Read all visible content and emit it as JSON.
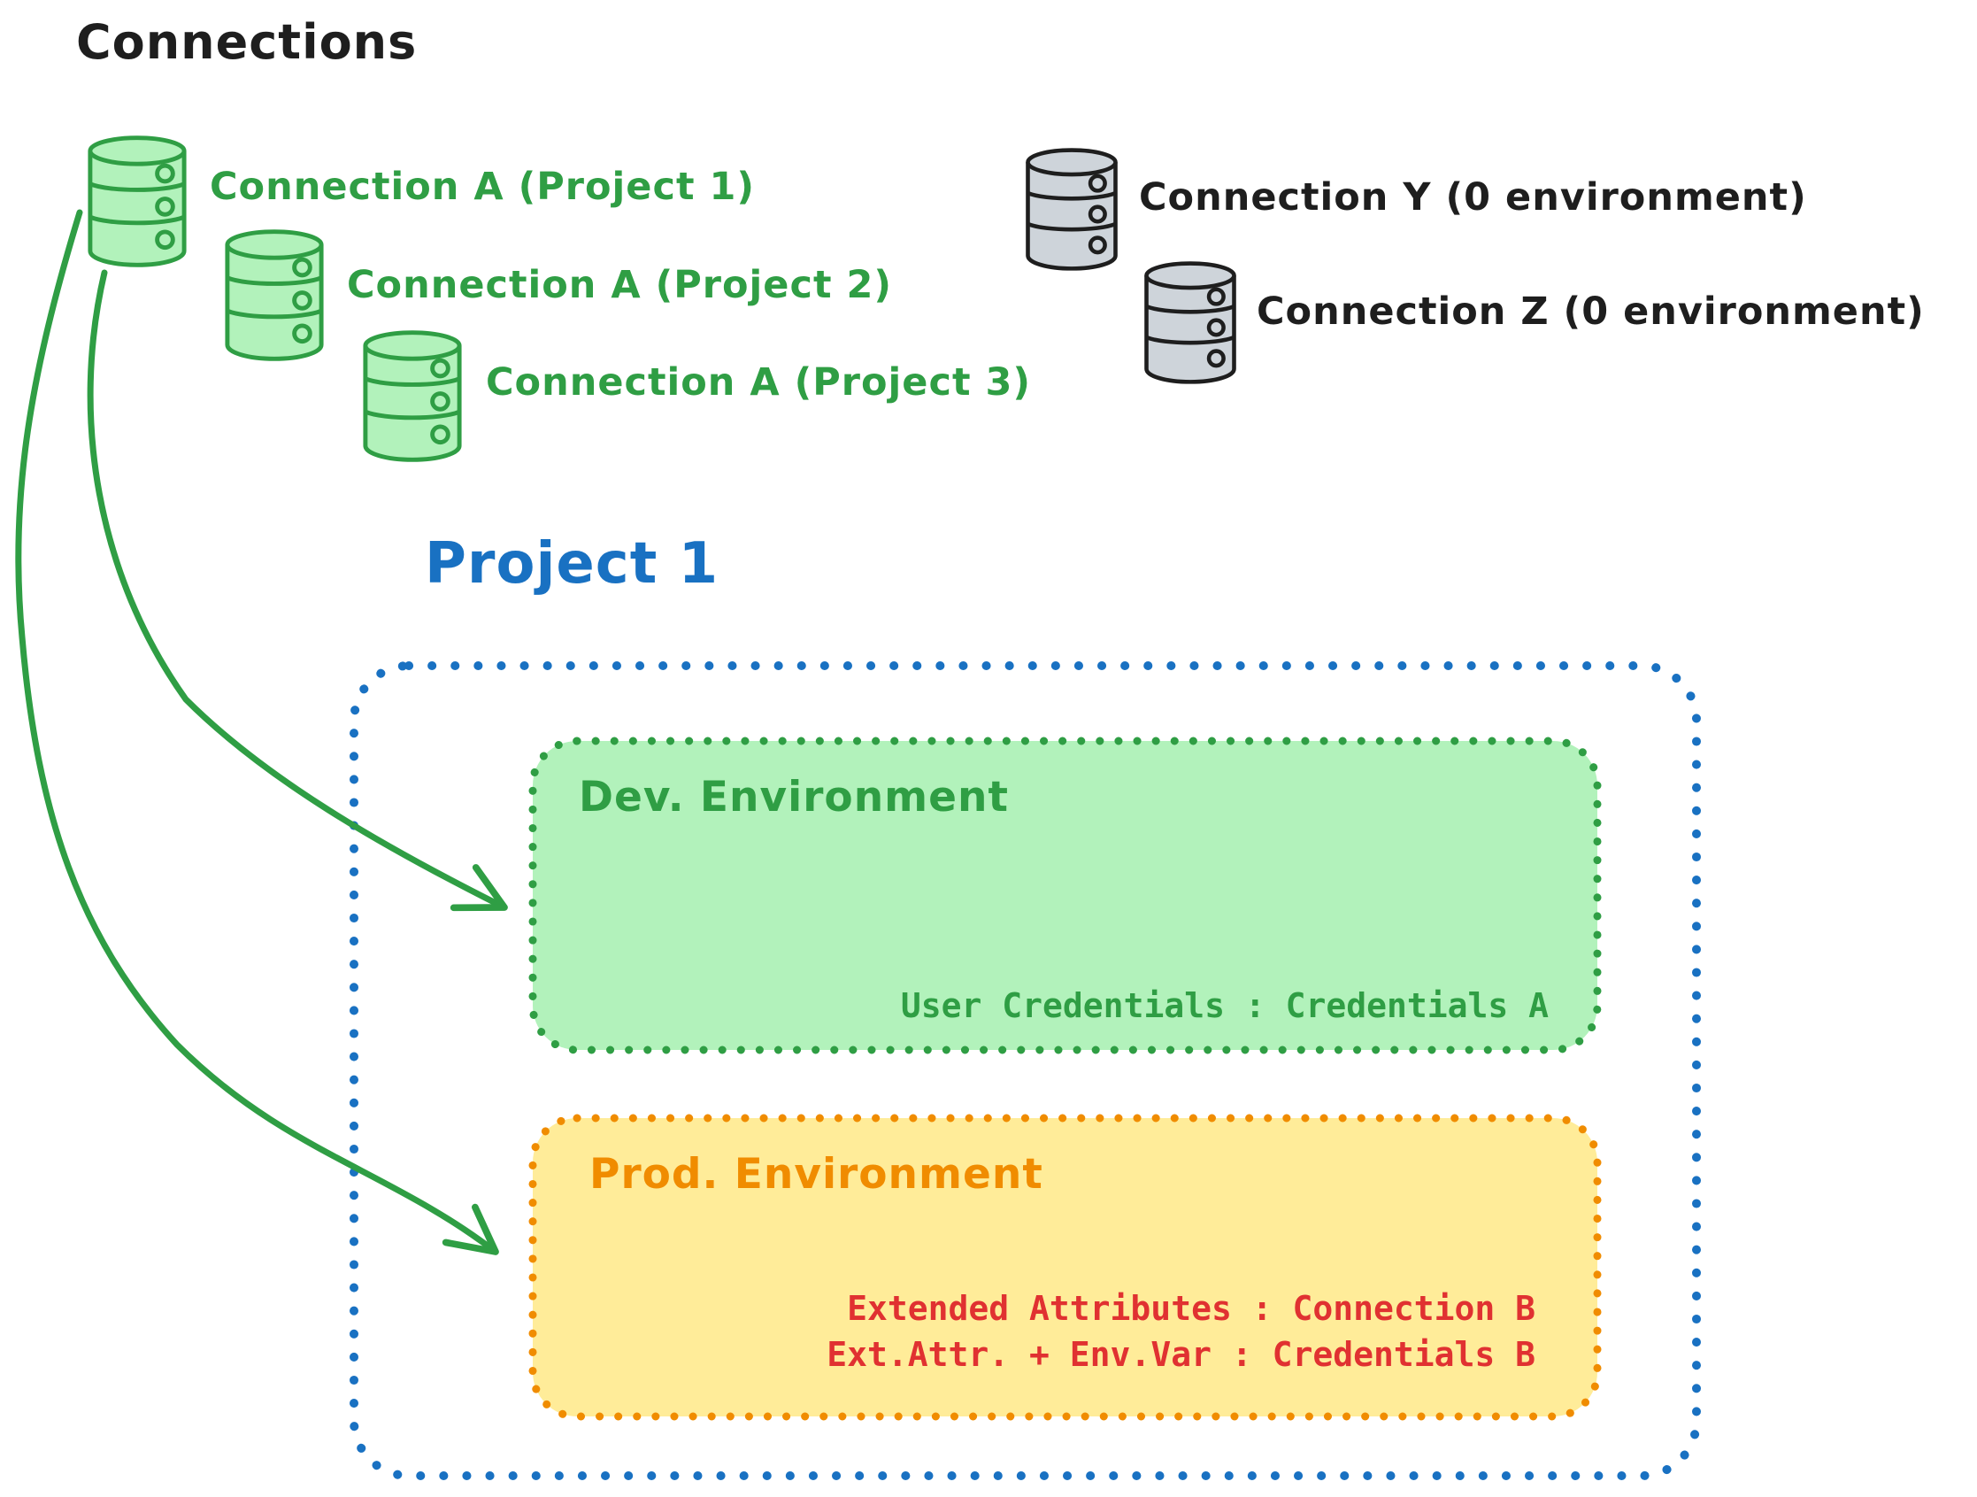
{
  "title": "Connections",
  "connections": {
    "green": [
      {
        "label": "Connection A (Project 1)"
      },
      {
        "label": "Connection A (Project 2)"
      },
      {
        "label": "Connection A (Project 3)"
      }
    ],
    "gray": [
      {
        "label": "Connection Y (0 environment)"
      },
      {
        "label": "Connection Z (0 environment)"
      }
    ]
  },
  "project": {
    "title": "Project 1",
    "environments": [
      {
        "name": "Dev. Environment",
        "details": [
          "User Credentials : Credentials A"
        ]
      },
      {
        "name": "Prod. Environment",
        "details": [
          "Extended Attributes : Connection B",
          "Ext.Attr. + Env.Var : Credentials B"
        ]
      }
    ]
  },
  "colors": {
    "green_stroke": "#2f9e44",
    "green_fill": "#b2f2bb",
    "gray_fill": "#ced4da",
    "dark_stroke": "#1e1e1e",
    "blue": "#1971c2",
    "orange": "#f08c00",
    "yellow_fill": "#ffec99",
    "red_text": "#e03131"
  }
}
